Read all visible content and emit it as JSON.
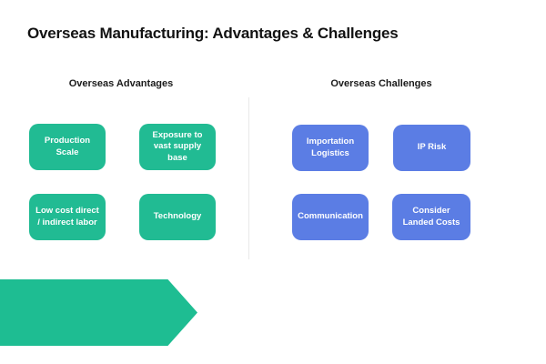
{
  "slide": {
    "title": "Overseas Manufacturing: Advantages & Challenges",
    "background_color": "#ffffff",
    "title_color": "#121212"
  },
  "advantages": {
    "header": "Overseas Advantages",
    "color": "#21bb93",
    "boxes": [
      {
        "label": "Production Scale"
      },
      {
        "label": "Exposure to vast supply base"
      },
      {
        "label": "Low cost direct / indirect labor"
      },
      {
        "label": "Technology"
      }
    ]
  },
  "challenges": {
    "header": "Overseas Challenges",
    "color": "#5b7de4",
    "boxes": [
      {
        "label": "Importation Logistics"
      },
      {
        "label": "IP Risk"
      },
      {
        "label": "Communication"
      },
      {
        "label": "Consider Landed Costs"
      }
    ]
  },
  "arrow": {
    "color": "#1ebd92"
  }
}
